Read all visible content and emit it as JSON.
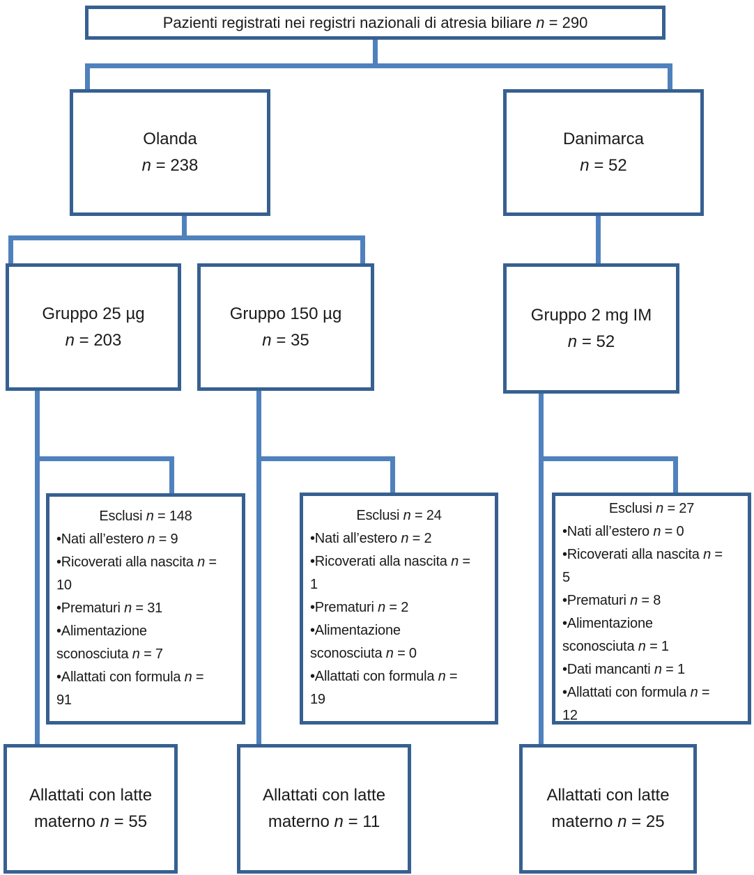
{
  "diagram": {
    "title": "Flusso dei pazienti nei registri nazionali di atresia biliare",
    "colors": {
      "box_border": "#376091",
      "connector": "#4f81bd",
      "text": "#1a1a1a",
      "background": "#ffffff"
    },
    "nodes": {
      "root": {
        "lines": [
          "Pazienti registrati nei registri nazionali di atresia biliare n = 290"
        ]
      },
      "olanda": {
        "lines": [
          "Olanda",
          "n = 238"
        ]
      },
      "danimarca": {
        "lines": [
          "Danimarca",
          "n = 52"
        ]
      },
      "gruppo25": {
        "lines": [
          "Gruppo 25 µg",
          "n = 203"
        ]
      },
      "gruppo150": {
        "lines": [
          "Gruppo 150 µg",
          "n = 35"
        ]
      },
      "gruppo2mg": {
        "lines": [
          "Gruppo 2 mg IM",
          "n = 52"
        ]
      },
      "esclusi25": {
        "lines": [
          "Esclusi n = 148",
          "•Nati all’estero n = 9",
          "•Ricoverati alla nascita n =",
          "10",
          "•Prematuri n = 31",
          "•Alimentazione",
          "sconosciuta n = 7",
          "•Allattati con formula n =",
          "91"
        ]
      },
      "esclusi150": {
        "lines": [
          "Esclusi n = 24",
          "•Nati all’estero n = 2",
          "•Ricoverati alla nascita n =",
          "1",
          "•Prematuri n = 2",
          "•Alimentazione",
          "sconosciuta n = 0",
          "•Allattati con formula n =",
          "19"
        ]
      },
      "esclusi2mg": {
        "lines": [
          "Esclusi n = 27",
          "•Nati all’estero n = 0",
          "•Ricoverati alla nascita n =",
          "5",
          "•Prematuri n = 8",
          "•Alimentazione",
          "sconosciuta n = 1",
          "•Dati mancanti n = 1",
          "•Allattati con formula n =",
          "12"
        ]
      },
      "materno25": {
        "lines": [
          "Allattati con latte",
          "materno n = 55"
        ]
      },
      "materno150": {
        "lines": [
          "Allattati con latte",
          "materno n = 11"
        ]
      },
      "materno2mg": {
        "lines": [
          "Allattati con latte",
          "materno n = 25"
        ]
      }
    }
  }
}
